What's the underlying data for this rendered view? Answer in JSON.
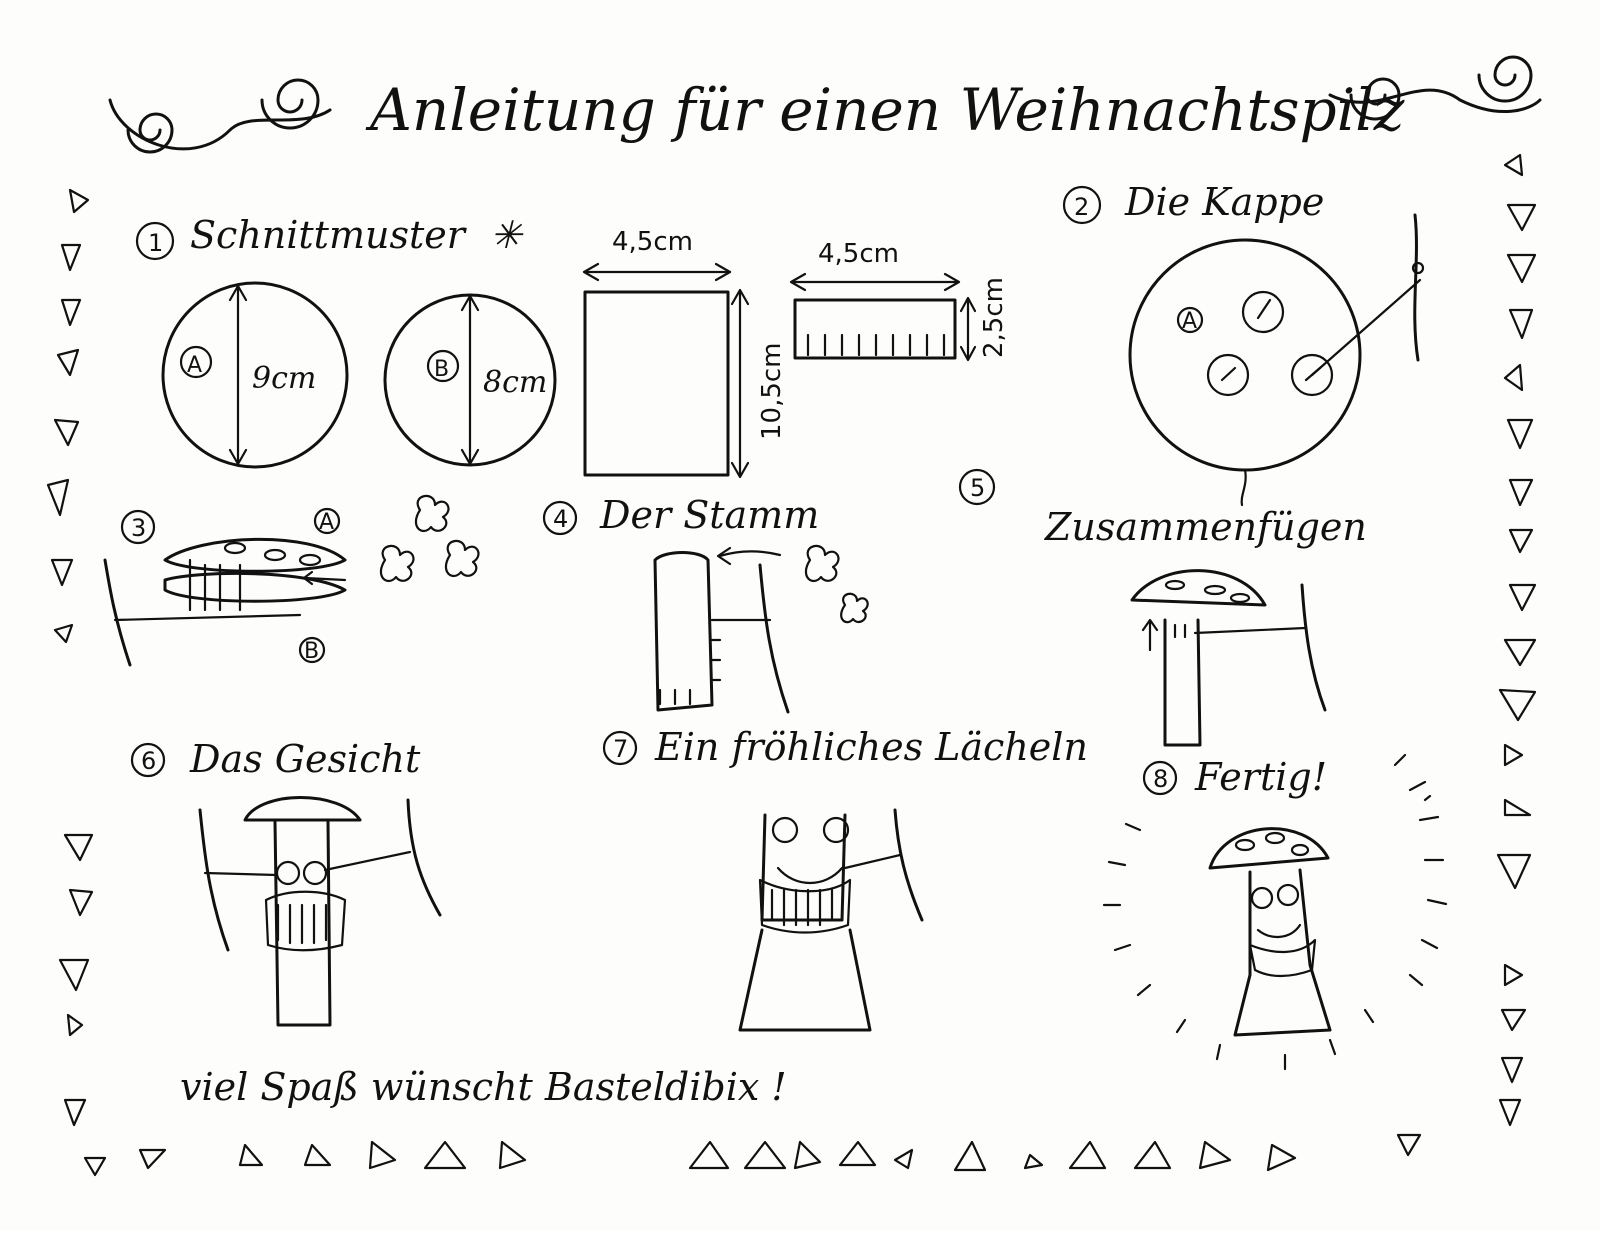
{
  "title": "Anleitung für einen Weihnachtspilz",
  "steps": [
    {
      "number": "1",
      "label": "Schnittmuster",
      "mark": "✳"
    },
    {
      "number": "2",
      "label": "Die Kappe"
    },
    {
      "number": "3",
      "label": ""
    },
    {
      "number": "4",
      "label": "Der Stamm"
    },
    {
      "number": "5",
      "label": "Zusammenfügen"
    },
    {
      "number": "6",
      "label": "Das Gesicht"
    },
    {
      "number": "7",
      "label": "Ein fröhliches Lächeln"
    },
    {
      "number": "8",
      "label": "Fertig!"
    }
  ],
  "pattern": {
    "circle_a": {
      "letter": "A",
      "size": "9cm"
    },
    "circle_b": {
      "letter": "B",
      "size": "8cm"
    },
    "rect_large": {
      "width": "4,5cm",
      "height": "10,5cm"
    },
    "rect_small": {
      "width": "4,5cm",
      "height": "2,5cm"
    }
  },
  "labels": {
    "a": "A",
    "b": "B"
  },
  "closing": "viel Spaß wünscht Basteldibix !",
  "colors": {
    "ink": "#111111",
    "paper": "#fdfdfb"
  }
}
